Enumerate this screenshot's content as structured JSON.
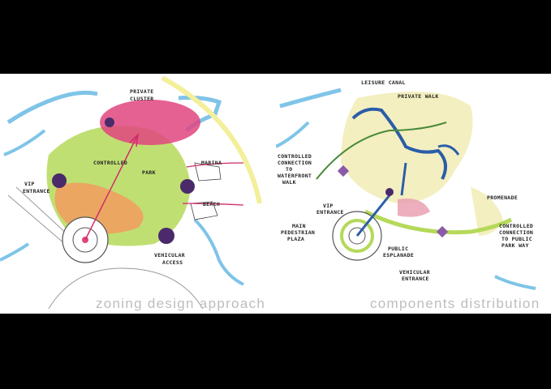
{
  "left_panel": {
    "caption": "zoning design approach",
    "labels": {
      "private_cluster_1": "PRIVATE",
      "private_cluster_2": "CLUSTER",
      "controlled_park_1": "CONTROLLED",
      "controlled_park_2": "PARK",
      "marina": "MARINA",
      "beach": "BEACH",
      "vip_1": "VIP",
      "vip_2": "ENTRANCE",
      "vehicular_1": "VEHICULAR",
      "vehicular_2": "ACCESS"
    }
  },
  "right_panel": {
    "caption": "components distribution",
    "labels": {
      "leisure_canal": "LEISURE CANAL",
      "private_walk": "PRIVATE WALK",
      "controlled_conn_1": "CONTROLLED",
      "controlled_conn_2": "CONNECTION",
      "controlled_conn_3": "TO",
      "controlled_conn_4": "WATERFRONT",
      "controlled_conn_5": "WALK",
      "vip_1": "VIP",
      "vip_2": "ENTRANCE",
      "main_plaza_1": "MAIN",
      "main_plaza_2": "PEDESTRIAN",
      "main_plaza_3": "PLAZA",
      "public_esp_1": "PUBLIC",
      "public_esp_2": "ESPLANADE",
      "vehicular_1": "VEHICULAR",
      "vehicular_2": "ENTRANCE",
      "promenade": "PROMENADE",
      "public_park_1": "CONTROLLED",
      "public_park_2": "CONNECTION",
      "public_park_3": "TO PUBLIC",
      "public_park_4": "PARK WAY"
    }
  },
  "colors": {
    "water": "#7fc4e8",
    "park": "#b5d95a",
    "private": "#e0457f",
    "vip": "#f0a060",
    "node": "#4a2a6a",
    "sand": "#f3efc0",
    "canal": "#2a5da8"
  }
}
